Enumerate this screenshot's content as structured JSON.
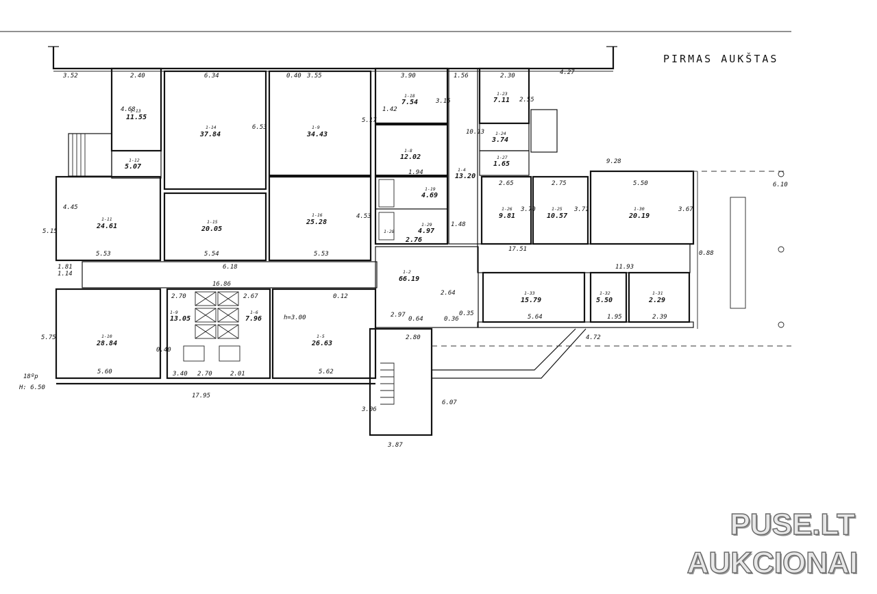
{
  "title": "PIRMAS AUKŠTAS",
  "watermark": {
    "line1": "PUSE.LT",
    "line2": "AUKCIONAI"
  },
  "rooms": [
    {
      "id": "1-13",
      "area": "11.55"
    },
    {
      "id": "1-14",
      "area": "37.84"
    },
    {
      "id": "1-9",
      "area": "34.43"
    },
    {
      "id": "1-18",
      "area": "7.54"
    },
    {
      "id": "1-23",
      "area": "7.11"
    },
    {
      "id": "1-12",
      "area": "5.07"
    },
    {
      "id": "1-8",
      "area": "12.02"
    },
    {
      "id": "1-24",
      "area": "3.74"
    },
    {
      "id": "1-27",
      "area": "1.65"
    },
    {
      "id": "1-11",
      "area": "24.61"
    },
    {
      "id": "1-15",
      "area": "20.05"
    },
    {
      "id": "1-16",
      "area": "25.28"
    },
    {
      "id": "1-4",
      "area": "13.20"
    },
    {
      "id": "1-19",
      "area": "4.69"
    },
    {
      "id": "1-29",
      "area": "4.97"
    },
    {
      "id": "1-28",
      "area": "2.76"
    },
    {
      "id": "1-26",
      "area": "9.81"
    },
    {
      "id": "1-25",
      "area": "10.57"
    },
    {
      "id": "1-30",
      "area": "20.19"
    },
    {
      "id": "1-2",
      "area": "66.19"
    },
    {
      "id": "1-33",
      "area": "15.79"
    },
    {
      "id": "1-32",
      "area": "5.50"
    },
    {
      "id": "1-31",
      "area": "2.29"
    },
    {
      "id": "1-10",
      "area": "28.84"
    },
    {
      "id": "1-9",
      "area": "13.05"
    },
    {
      "id": "1-6",
      "area": "7.96"
    },
    {
      "id": "1-5",
      "area": "26.63"
    }
  ],
  "dimensions": [
    "3.52",
    "2.40",
    "6.34",
    "0.40",
    "3.55",
    "3.90",
    "1.56",
    "2.30",
    "4.27",
    "9.28",
    "5.50",
    "2.65",
    "2.75",
    "17.51",
    "11.93",
    "5.53",
    "5.54",
    "5.53",
    "6.18",
    "16.86",
    "2.70",
    "2.67",
    "0.12",
    "2.64",
    "5.64",
    "1.95",
    "2.39",
    "5.60",
    "5.62",
    "17.95",
    "2.80",
    "3.87",
    "4.72",
    "4.45",
    "5.15",
    "5.75",
    "4.53",
    "3.70",
    "3.71",
    "3.67",
    "6.07",
    "3.06",
    "1.94",
    "1.14",
    "0.88",
    "1.81",
    "6.53",
    "5.17",
    "10.13",
    "0.64",
    "2.97",
    "0.40",
    "0.36",
    "0.35",
    "3.40",
    "2.70",
    "2.01",
    "1.42",
    "1.48",
    "4.68",
    "6.10",
    "3.15",
    "2.55"
  ],
  "notes": {
    "ceiling": "h=3.00",
    "corner_1": "18ºp",
    "corner_2": "H: 6.50"
  }
}
